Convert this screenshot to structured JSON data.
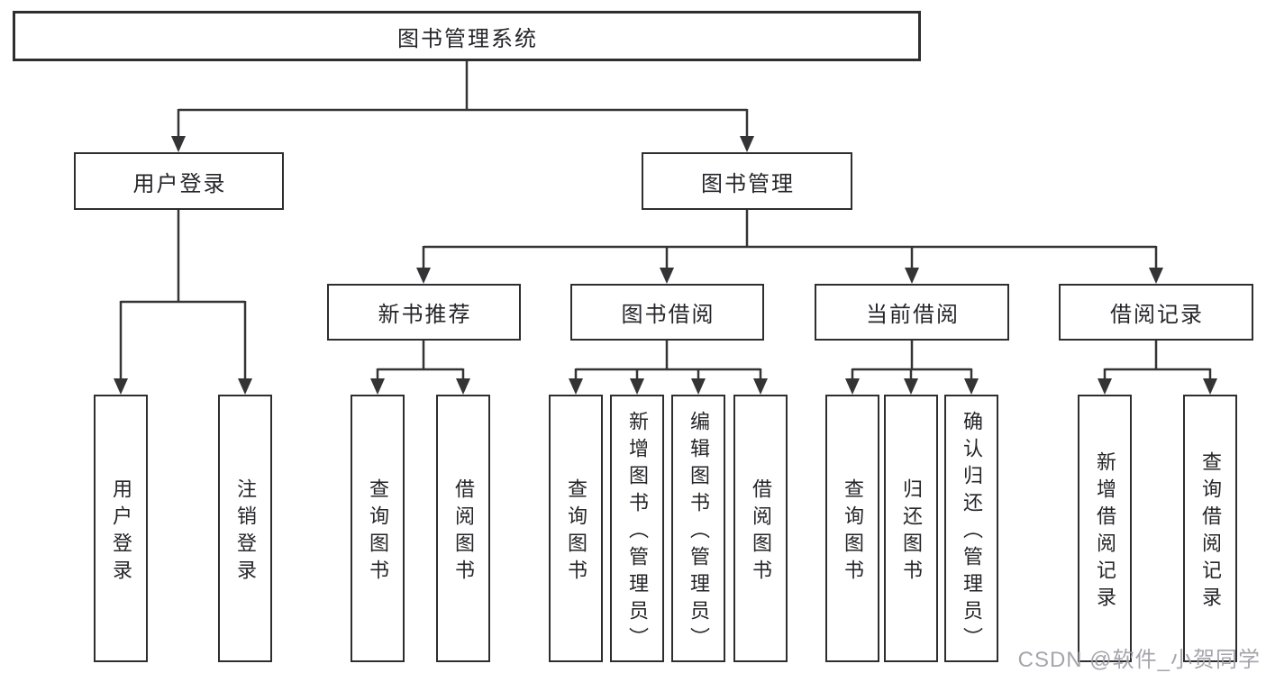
{
  "diagram": {
    "root": "图书管理系统",
    "level2": {
      "user_login": "用户登录",
      "book_management": "图书管理"
    },
    "level3": {
      "new_book_recommend": "新书推荐",
      "book_borrowing": "图书借阅",
      "current_borrowing": "当前借阅",
      "borrowing_records": "借阅记录"
    },
    "leaves": {
      "user_login": "用户登录",
      "logout": "注销登录",
      "recommend_query_books": "查询图书",
      "recommend_borrow_books": "借阅图书",
      "borrowing_query_books": "查询图书",
      "borrowing_add_books": "新增图书（管理员）",
      "borrowing_edit_books": "编辑图书（管理员）",
      "borrowing_borrow_books": "借阅图书",
      "current_query_books": "查询图书",
      "current_return_books": "归还图书",
      "current_confirm_return": "确认归还（管理员）",
      "records_add_record": "新增借阅记录",
      "records_query_record": "查询借阅记录"
    }
  },
  "watermark": "CSDN @软件_小贺同学",
  "colors": {
    "line": "#343436",
    "box_border": "#2e2e30",
    "text": "#26262a",
    "watermark": "#9c9ca3",
    "background": "#ffffff"
  }
}
